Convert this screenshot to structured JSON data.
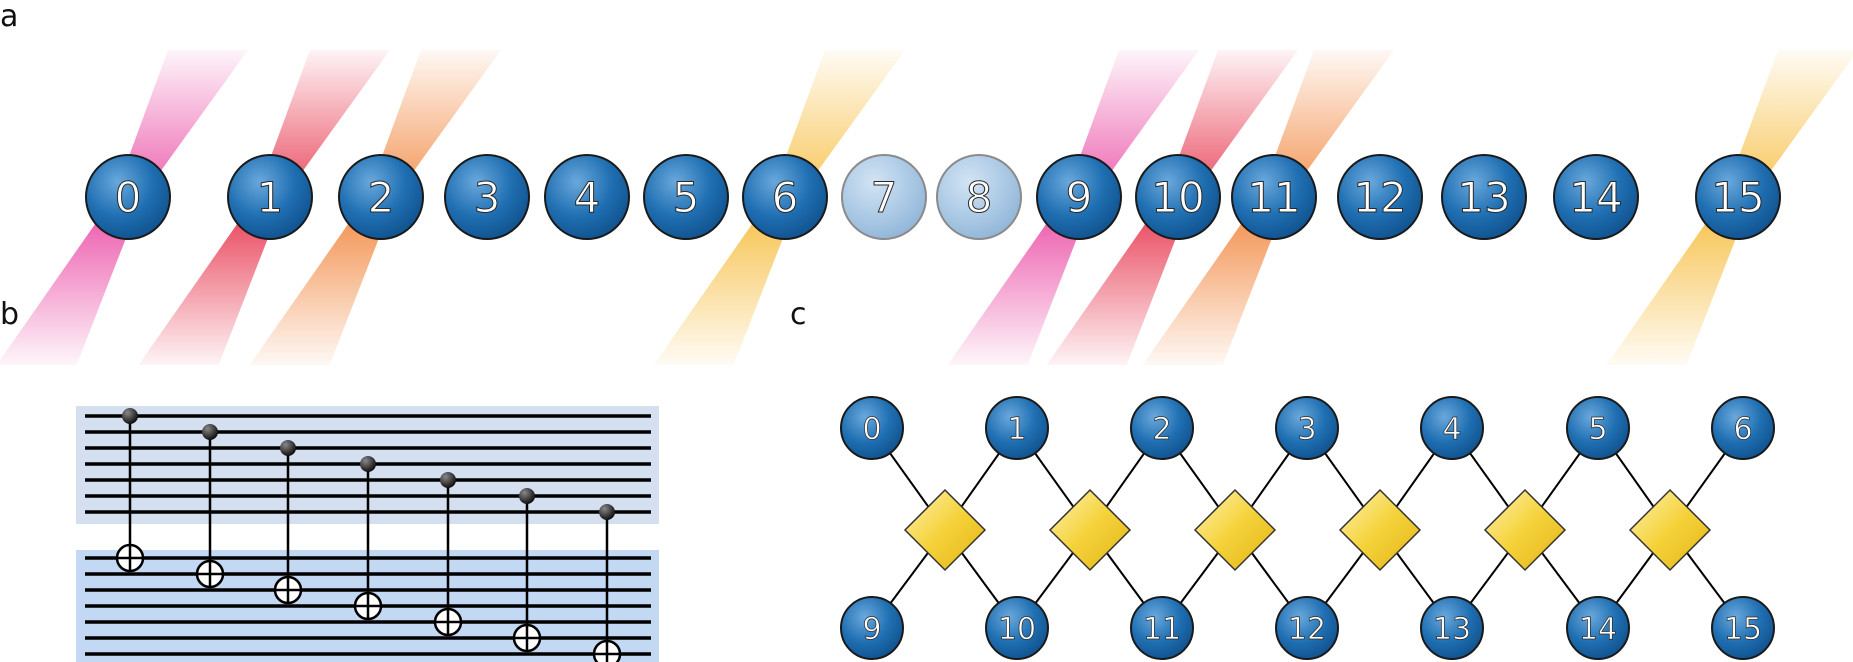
{
  "panels": {
    "a": "a",
    "b": "b",
    "c": "c"
  },
  "colors": {
    "ion_blue": "#1f6fb2",
    "ion_faded": "#a9c8e4",
    "beam_magenta": "#e8399b",
    "beam_red": "#e4203a",
    "beam_orange": "#f07a2a",
    "beam_yellow": "#f5b62a",
    "band_top": "#d4dff0",
    "band_bottom": "#c2d8f3",
    "diamond": "#f5d23a"
  },
  "panel_a": {
    "ions": [
      {
        "label": "0",
        "faded": false
      },
      {
        "label": "1",
        "faded": false
      },
      {
        "label": "2",
        "faded": false
      },
      {
        "label": "3",
        "faded": false
      },
      {
        "label": "4",
        "faded": false
      },
      {
        "label": "5",
        "faded": false
      },
      {
        "label": "6",
        "faded": false
      },
      {
        "label": "7",
        "faded": true
      },
      {
        "label": "8",
        "faded": true
      },
      {
        "label": "9",
        "faded": false
      },
      {
        "label": "10",
        "faded": false
      },
      {
        "label": "11",
        "faded": false
      },
      {
        "label": "12",
        "faded": false
      },
      {
        "label": "13",
        "faded": false
      },
      {
        "label": "14",
        "faded": false
      },
      {
        "label": "15",
        "faded": false
      }
    ],
    "beams": [
      {
        "ion": "0",
        "color": "magenta"
      },
      {
        "ion": "1",
        "color": "red"
      },
      {
        "ion": "2",
        "color": "orange"
      },
      {
        "ion": "6",
        "color": "yellow"
      },
      {
        "ion": "9",
        "color": "magenta"
      },
      {
        "ion": "10",
        "color": "red"
      },
      {
        "ion": "11",
        "color": "orange"
      },
      {
        "ion": "15",
        "color": "yellow"
      }
    ]
  },
  "panel_b": {
    "top_register_lines": 7,
    "bottom_register_lines": 7,
    "cnot_gates": 7
  },
  "panel_c": {
    "top_row": [
      "0",
      "1",
      "2",
      "3",
      "4",
      "5",
      "6"
    ],
    "bottom_row": [
      "9",
      "10",
      "11",
      "12",
      "13",
      "14",
      "15"
    ],
    "couplers": 6
  }
}
